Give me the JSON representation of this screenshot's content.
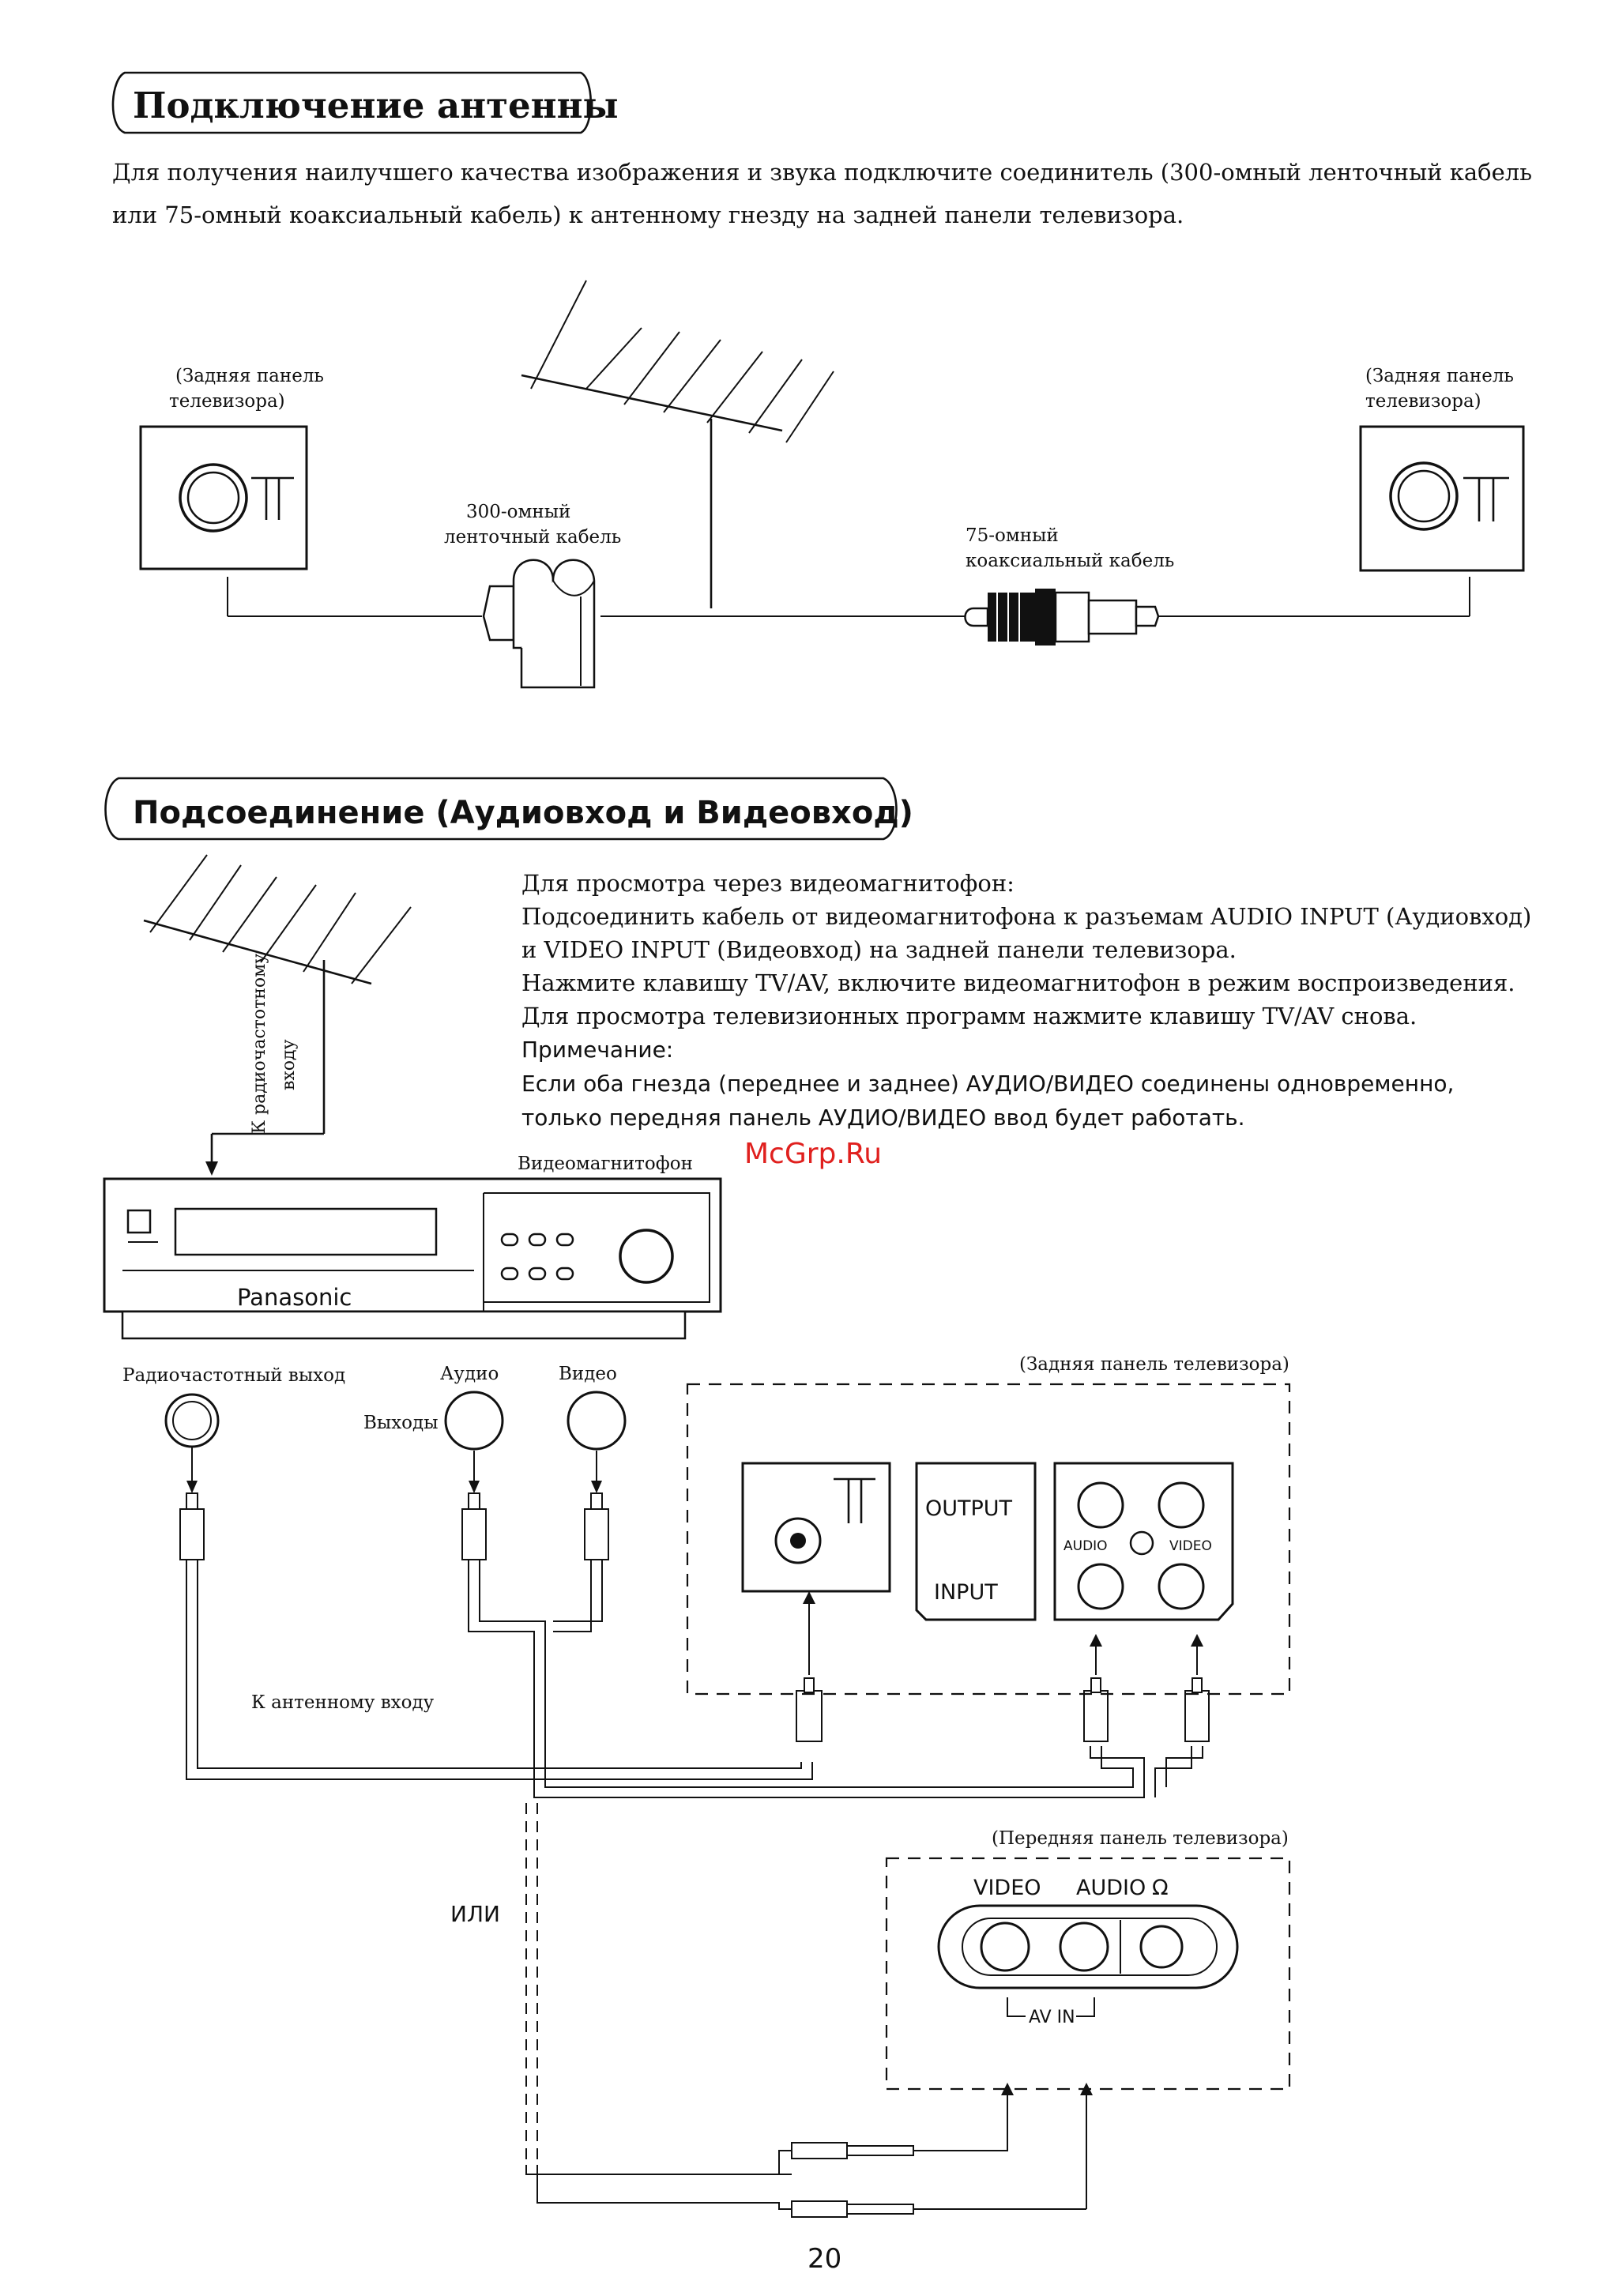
{
  "section1": {
    "title": "Подключение антенны",
    "text_line1": "Для получения наилучшего качества изображения и звука подключите соединитель (300-омный ленточный кабель",
    "text_line2": "или 75-омный коаксиальный кабель) к антенному гнезду на задней панели телевизора.",
    "left_panel_line1": "(Задняя панель",
    "left_panel_line2": "телевизора)",
    "right_panel_line1": "(Задняя панель",
    "right_panel_line2": "телевизора)",
    "cable300_line1": "300-омный",
    "cable300_line2": "ленточный кабель",
    "cable75_line1": "75-омный",
    "cable75_line2": "коаксиальный кабель"
  },
  "section2": {
    "title": "Подсоединение (Аудиовход и Видеовход)",
    "lines": [
      "Для просмотра через видеомагнитофон:",
      "Подсоединить кабель от видеомагнитофона к разъемам AUDIO INPUT (Аудиовход)",
      "и VIDEO INPUT (Видеовход) на задней панели телевизора.",
      "Нажмите клавишу TV/AV, включите видеомагнитофон в режим воспроизведения.",
      "Для просмотра телевизионных программ нажмите клавишу TV/AV снова."
    ],
    "note_label": "Примечание:",
    "note_line1": "Если оба гнезда (переднее и заднее) АУДИО/ВИДЕО соединены одновременно,",
    "note_line2": "только передняя панель АУДИО/ВИДЕО ввод будет работать.",
    "watermark": "McGrp.Ru",
    "antenna_label_line1": "К радиочастотному",
    "antenna_label_line2": "входу",
    "vcr_label": "Видеомагнитофон",
    "vcr_brand": "Panasonic",
    "rf_out_label": "Радиочастотный выход",
    "audio_label": "Аудио",
    "video_label": "Видео",
    "outputs_label": "Выходы",
    "rear_panel_label": "(Задняя панель телевизора)",
    "output_label": "OUTPUT",
    "input_label": "INPUT",
    "jack_audio": "AUDIO",
    "jack_video": "VIDEO",
    "to_antenna_label": "К антенному входу",
    "or_label": "ИЛИ",
    "front_panel_label": "(Передняя панель телевизора)",
    "front_video": "VIDEO",
    "front_audio": "AUDIO",
    "headphone_symbol": "Ω",
    "av_in": "AV IN"
  },
  "page_number": "20"
}
